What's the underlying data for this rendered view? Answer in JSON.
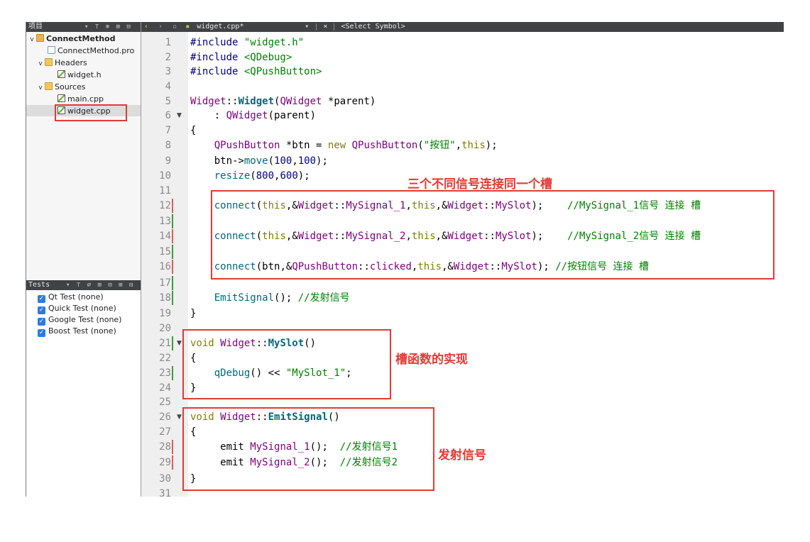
{
  "project_toolbar": {
    "label": "项目"
  },
  "editor_toolbar": {
    "file": "widget.cpp*",
    "symbol": "<Select Symbol>"
  },
  "project_tree": {
    "root": "ConnectMethod",
    "pro_file": "ConnectMethod.pro",
    "headers": "Headers",
    "header_file": "widget.h",
    "sources": "Sources",
    "main_cpp": "main.cpp",
    "widget_cpp": "widget.cpp"
  },
  "tests": {
    "label": "Tests",
    "items": [
      "Qt Test (none)",
      "Quick Test (none)",
      "Google Test (none)",
      "Boost Test (none)"
    ]
  },
  "code": {
    "l1": [
      "#include ",
      "\"widget.h\""
    ],
    "l2": [
      "#include ",
      "<QDebug>"
    ],
    "l3": [
      "#include ",
      "<QPushButton>"
    ],
    "l5": [
      "Widget",
      "::",
      "Widget",
      "(",
      "QWidget",
      " *parent)"
    ],
    "l6": [
      "    : ",
      "QWidget",
      "(parent)"
    ],
    "l7": "{",
    "l8": [
      "    ",
      "QPushButton",
      " *btn = ",
      "new",
      " ",
      "QPushButton",
      "(",
      "\"按钮\"",
      ",",
      "this",
      ");"
    ],
    "l9": [
      "    btn->",
      "move",
      "(",
      "100",
      ",",
      "100",
      ");"
    ],
    "l10": [
      "    ",
      "resize",
      "(",
      "800",
      ",",
      "600",
      ");"
    ],
    "l12": [
      "    ",
      "connect",
      "(",
      "this",
      ",&",
      "Widget",
      "::",
      "MySignal_1",
      ",",
      "this",
      ",&",
      "Widget",
      "::",
      "MySlot",
      ");    ",
      "//MySignal_1信号 连接 槽"
    ],
    "l14": [
      "    ",
      "connect",
      "(",
      "this",
      ",&",
      "Widget",
      "::",
      "MySignal_2",
      ",",
      "this",
      ",&",
      "Widget",
      "::",
      "MySlot",
      ");    ",
      "//MySignal_2信号 连接 槽"
    ],
    "l16": [
      "    ",
      "connect",
      "(btn,&",
      "QPushButton",
      "::",
      "clicked",
      ",",
      "this",
      ",&",
      "Widget",
      "::",
      "MySlot",
      "); ",
      "//按钮信号 连接 槽"
    ],
    "l18": [
      "    ",
      "EmitSignal",
      "(); ",
      "//发射信号"
    ],
    "l19": "}",
    "l21": [
      "void",
      " ",
      "Widget",
      "::",
      "MySlot",
      "()"
    ],
    "l22": "{",
    "l23": [
      "    ",
      "qDebug",
      "() << ",
      "\"MySlot_1\"",
      ";"
    ],
    "l24": "}",
    "l26": [
      "void",
      " ",
      "Widget",
      "::",
      "EmitSignal",
      "()"
    ],
    "l27": "{",
    "l28": [
      "     emit ",
      "MySignal_1",
      "();  ",
      "//发射信号1"
    ],
    "l29": [
      "     emit ",
      "MySignal_2",
      "();  ",
      "//发射信号2"
    ],
    "l30": "}"
  },
  "annotations": {
    "connect_note": "三个不同信号连接同一个槽",
    "slot_note": "槽函数的实现",
    "emit_note": "发射信号"
  }
}
